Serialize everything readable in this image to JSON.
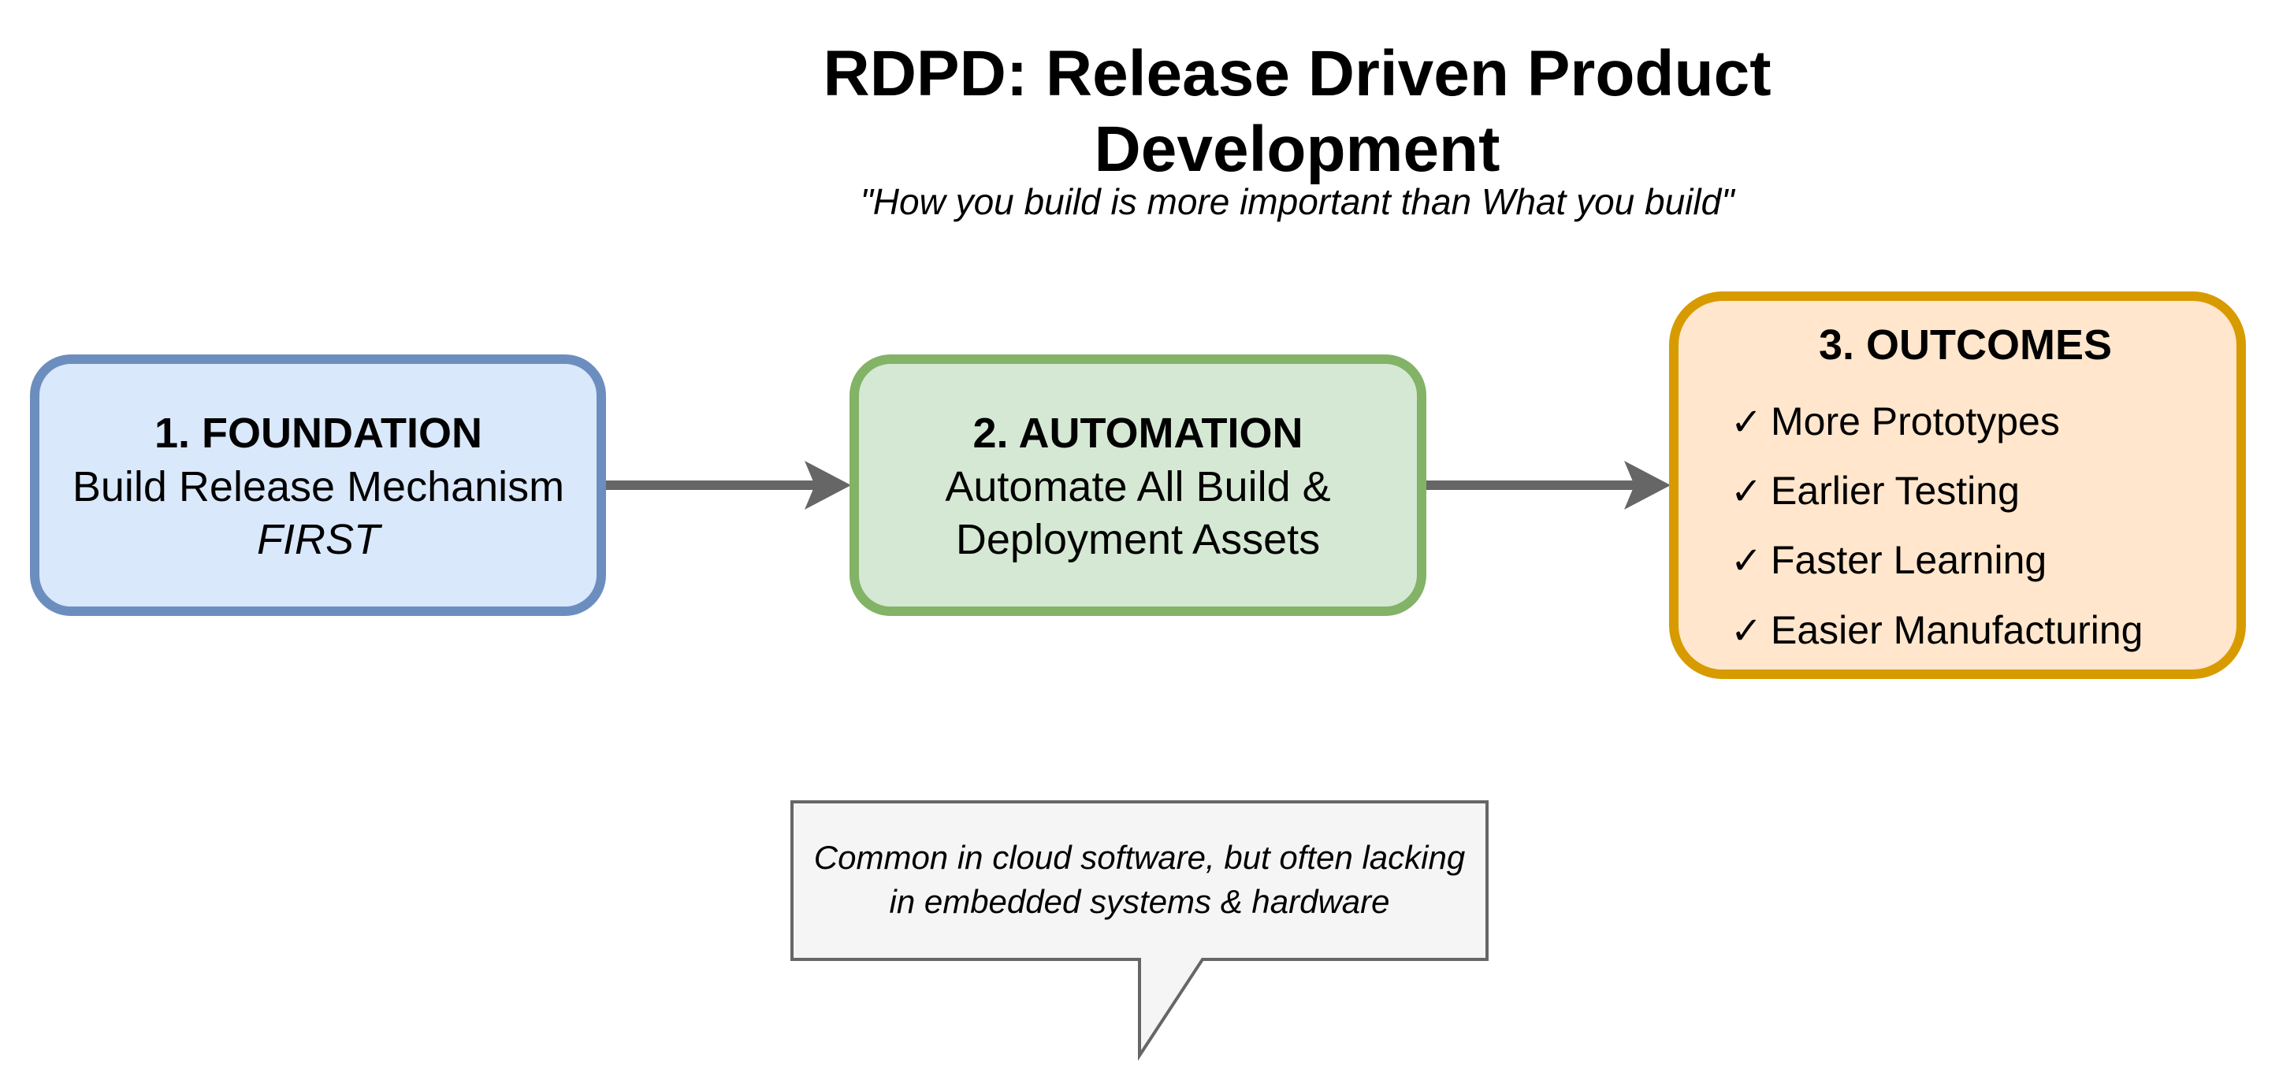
{
  "header": {
    "title_line1": "RDPD: Release Driven Product",
    "title_line2": "Development",
    "subtitle": "\"How you build is more important than What you build\""
  },
  "colors": {
    "arrow": "#666666",
    "foundation": {
      "fill": "#dae8fc",
      "stroke": "#6c8ebf"
    },
    "automation": {
      "fill": "#d5e8d4",
      "stroke": "#82b366"
    },
    "outcomes": {
      "fill": "#ffe6cc",
      "stroke": "#d79b00"
    },
    "callout": {
      "fill": "#f5f5f5",
      "stroke": "#666666"
    }
  },
  "steps": [
    {
      "title": "1. FOUNDATION",
      "line1": "Build Release Mechanism",
      "line2": "FIRST"
    },
    {
      "title": "2. AUTOMATION",
      "line1": "Automate All Build &",
      "line2": "Deployment Assets"
    },
    {
      "title": "3. OUTCOMES",
      "check_glyph": "✓",
      "items": [
        "More Prototypes",
        "Earlier Testing",
        "Faster Learning",
        "Easier Manufacturing"
      ]
    }
  ],
  "callout": {
    "line1": "Common in cloud software, but often lacking",
    "line2": "in embedded systems & hardware"
  }
}
